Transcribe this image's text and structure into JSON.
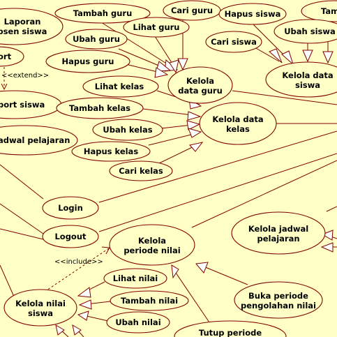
{
  "use_cases": {
    "tambah_guru": "Tambah guru",
    "cari_guru": "Cari guru",
    "hapus_siswa": "Hapus siswa",
    "tambah_siswa_partial": "Tam",
    "laporan_absen_siswa": [
      "Laporan",
      "absen siswa"
    ],
    "lihat_guru": "Lihat guru",
    "ubah_guru": "Ubah guru",
    "cari_siswa": "Cari siswa",
    "ubah_siswa": "Ubah siswa",
    "report_partial": "ort",
    "hapus_guru": "Hapus guru",
    "kelola_data_siswa": [
      "Kelola data",
      "siswa"
    ],
    "kelola_data_guru": [
      "Kelola",
      "data guru"
    ],
    "lihat_kelas": "Lihat kelas",
    "report_siswa_partial": "port siswa",
    "tambah_kelas": "Tambah kelas",
    "kelola_data_kelas": [
      "Kelola data",
      "kelas"
    ],
    "ubah_kelas": "Ubah kelas",
    "jadwal_pelajaran_partial": "adwal pelajaran",
    "hapus_kelas": "Hapus kelas",
    "cari_kelas": "Cari kelas",
    "login": "Login",
    "logout": "Logout",
    "kelola_jadwal_pelajaran": [
      "Kelola jadwal",
      "pelajaran"
    ],
    "kelola_periode_nilai": [
      "Kelola",
      "periode nilai"
    ],
    "lihat_nilai": "Lihat nilai",
    "kelola_nilai_siswa": [
      "Kelola nilai",
      "siswa"
    ],
    "tambah_nilai": "Tambah nilai",
    "buka_periode": [
      "Buka periode",
      "pengolahan nilai"
    ],
    "ubah_nilai": "Ubah nilai",
    "tutup_periode": "Tutup periode"
  },
  "stereotypes": {
    "extend": "<<extend>>",
    "include": "<<include>>"
  }
}
